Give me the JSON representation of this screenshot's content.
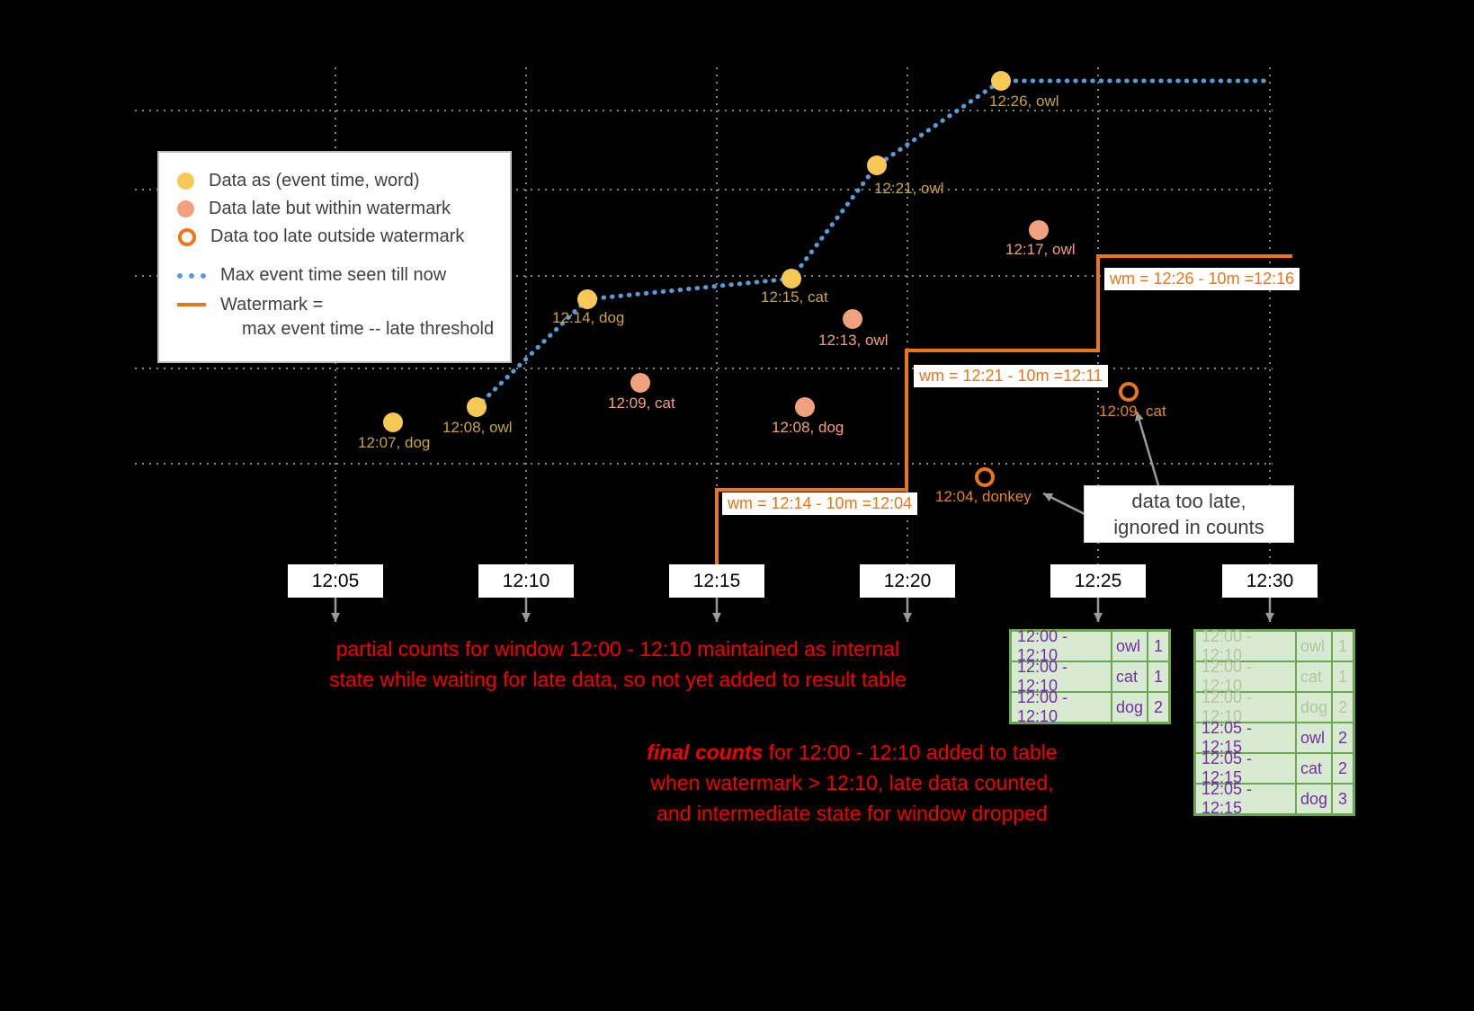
{
  "legend": {
    "on_time": "Data as (event time, word)",
    "late": "Data late but within watermark",
    "too_late": "Data too late outside watermark",
    "max_event": "Max event time seen till now",
    "watermark_l1": "Watermark =",
    "watermark_l2": "max event time -- late threshold"
  },
  "ticks": [
    {
      "label": "12:05"
    },
    {
      "label": "12:10"
    },
    {
      "label": "12:15"
    },
    {
      "label": "12:20"
    },
    {
      "label": "12:25"
    },
    {
      "label": "12:30"
    }
  ],
  "points": {
    "on_time": [
      {
        "label": "12:07, dog"
      },
      {
        "label": "12:08, owl"
      },
      {
        "label": "12:14, dog"
      },
      {
        "label": "12:15, cat"
      },
      {
        "label": "12:21, owl"
      },
      {
        "label": "12:26, owl"
      }
    ],
    "late": [
      {
        "label": "12:09, cat"
      },
      {
        "label": "12:08, dog"
      },
      {
        "label": "12:13, owl"
      },
      {
        "label": "12:17, owl"
      }
    ],
    "too_late": [
      {
        "label": "12:04, donkey"
      },
      {
        "label": "12:09, cat"
      }
    ]
  },
  "watermarks": [
    {
      "label": "wm = 12:14 - 10m =12:04"
    },
    {
      "label": "wm = 12:21 - 10m =12:11"
    },
    {
      "label": "wm = 12:26 - 10m =12:16"
    }
  ],
  "annotations": {
    "partial_l1": "partial counts for window 12:00 - 12:10 maintained as internal",
    "partial_l2": "state while waiting for late data, so not yet added to result table",
    "final_em": "final counts",
    "final_l1_rest": " for 12:00 - 12:10 added to table",
    "final_l2": "when watermark > 12:10, late data counted,",
    "final_l3": "and intermediate state for window dropped",
    "too_late_l1": "data too late,",
    "too_late_l2": "ignored in counts"
  },
  "tables": {
    "t1225": {
      "rows": [
        {
          "window": "12:00 - 12:10",
          "word": "owl",
          "count": "1"
        },
        {
          "window": "12:00 - 12:10",
          "word": "cat",
          "count": "1"
        },
        {
          "window": "12:00 - 12:10",
          "word": "dog",
          "count": "2"
        }
      ]
    },
    "t1230": {
      "rows": [
        {
          "window": "12:00 - 12:10",
          "word": "owl",
          "count": "1"
        },
        {
          "window": "12:00 - 12:10",
          "word": "cat",
          "count": "1"
        },
        {
          "window": "12:00 - 12:10",
          "word": "dog",
          "count": "2"
        },
        {
          "window": "12:05 - 12:15",
          "word": "owl",
          "count": "2"
        },
        {
          "window": "12:05 - 12:15",
          "word": "cat",
          "count": "2"
        },
        {
          "window": "12:05 - 12:15",
          "word": "dog",
          "count": "3"
        }
      ]
    }
  },
  "colors": {
    "on_time_dot": "#F6C957",
    "late_dot": "#F2A17E",
    "watermark_orange": "#E8761B",
    "max_event_blue": "#5B9BD5",
    "annotation_red": "#F40000",
    "table_border_green": "#6AA84F",
    "table_bg_green": "#D9EAD3",
    "table_text_purple": "#7030A0"
  }
}
